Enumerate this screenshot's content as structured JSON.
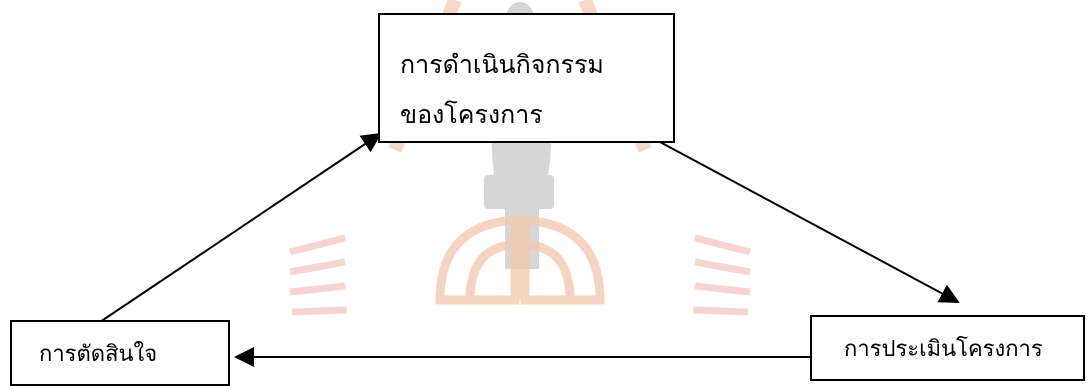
{
  "diagram": {
    "top_box": {
      "line1": "การดำเนินกิจกรรม",
      "line2": "ของโครงการ"
    },
    "left_box": {
      "label": "การตัดสินใจ"
    },
    "right_box": {
      "label": "การประเมินโครงการ"
    },
    "watermark": {
      "colors": {
        "primary": "#f2b7a0",
        "secondary": "#c9c9c9"
      }
    }
  }
}
